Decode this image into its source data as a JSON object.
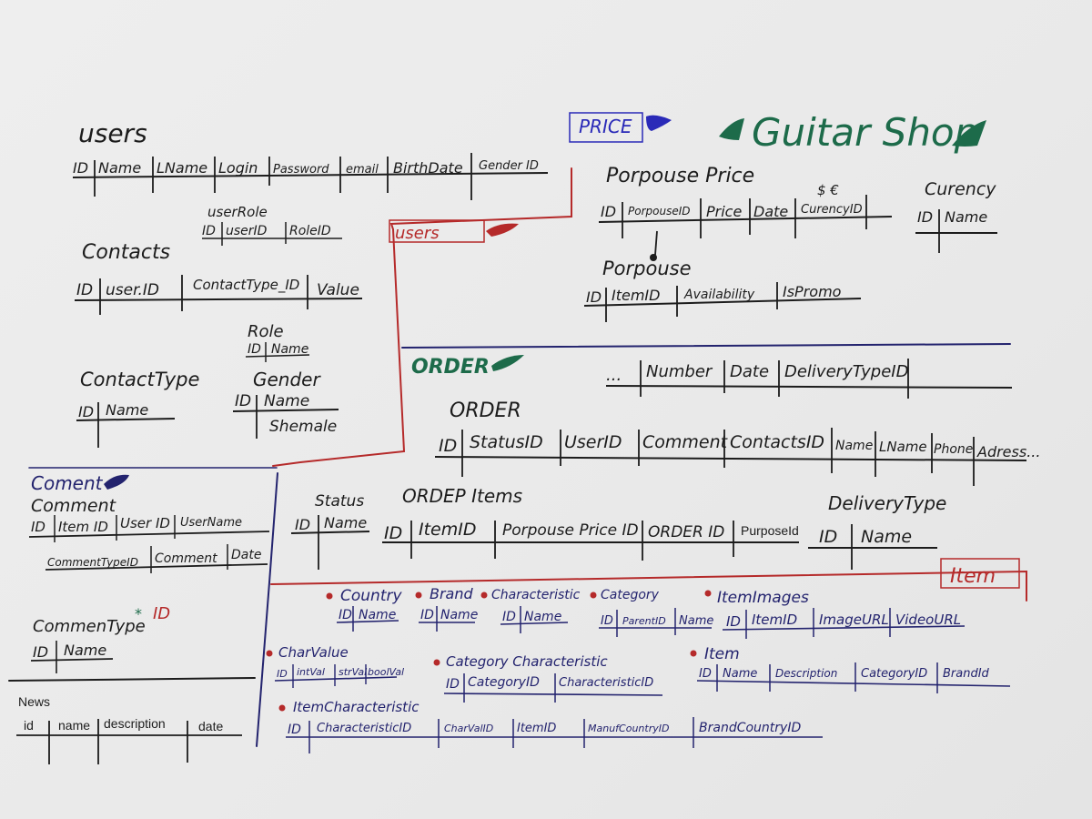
{
  "colors": {
    "black": "#1c1c1c",
    "navy": "#23236e",
    "red": "#b52a2a",
    "green": "#1d6b4a",
    "blue": "#2a2ab8",
    "gray": "#444444"
  },
  "sections": {
    "price": "PRICE",
    "guitar_shop": "Guitar Shop",
    "users": "users",
    "order": "ORDER",
    "coment": "Coment",
    "item": "Item"
  },
  "tables": {
    "users": {
      "title": "users",
      "fields": [
        "ID",
        "Name",
        "LName",
        "Login",
        "Password",
        "email",
        "BirthDate",
        "Gender ID"
      ]
    },
    "user_role": {
      "title": "userRole",
      "fields": [
        "ID",
        "userID",
        "RoleID"
      ]
    },
    "contacts": {
      "title": "Contacts",
      "fields": [
        "ID",
        "user.ID",
        "ContactType_ID",
        "Value"
      ]
    },
    "role": {
      "title": "Role",
      "fields": [
        "ID",
        "Name"
      ]
    },
    "contact_type": {
      "title": "ContactType",
      "fields": [
        "ID",
        "Name"
      ]
    },
    "gender": {
      "title": "Gender",
      "fields": [
        "ID",
        "Name"
      ],
      "value": "Shemale"
    },
    "porpouse_price": {
      "title": "Porpouse Price",
      "fields": [
        "ID",
        "PorpouseID",
        "Price",
        "Date",
        "CurencyID"
      ],
      "note": "$ €"
    },
    "curency": {
      "title": "Curency",
      "fields": [
        "ID",
        "Name"
      ]
    },
    "porpouse": {
      "title": "Porpouse",
      "fields": [
        "ID",
        "ItemID",
        "Availability",
        "IsPromo"
      ]
    },
    "order_top": {
      "fields": [
        "...",
        "Number",
        "Date",
        "DeliveryTypeID"
      ]
    },
    "order": {
      "title": "ORDER",
      "fields": [
        "ID",
        "StatusID",
        "UserID",
        "Comment",
        "ContactsID",
        "Name",
        "LName",
        "Phone",
        "Adress..."
      ]
    },
    "status": {
      "title": "Status",
      "fields": [
        "ID",
        "Name"
      ]
    },
    "order_items": {
      "title": "ORDEP Items",
      "fields": [
        "ID",
        "ItemID",
        "Porpouse Price ID",
        "ORDER ID"
      ],
      "extra": "PurposeId"
    },
    "delivery_type": {
      "title": "DeliveryType",
      "fields": [
        "ID",
        "Name"
      ]
    },
    "comment": {
      "title": "Comment",
      "fields": [
        "ID",
        "Item ID",
        "User ID",
        "UserName"
      ],
      "fields2": [
        "CommentTypeID",
        "Comment",
        "Date"
      ]
    },
    "comment_type": {
      "title": "CommenType",
      "note": "ID",
      "fields": [
        "ID",
        "Name"
      ]
    },
    "news": {
      "title": "News",
      "fields": [
        "id",
        "name",
        "description",
        "date"
      ]
    },
    "country": {
      "title": "Country",
      "fields": [
        "ID",
        "Name"
      ]
    },
    "brand": {
      "title": "Brand",
      "fields": [
        "ID",
        "Name"
      ]
    },
    "characteristic": {
      "title": "Characteristic",
      "fields": [
        "ID",
        "Name"
      ]
    },
    "category": {
      "title": "Category",
      "fields": [
        "ID",
        "ParentID",
        "Name"
      ]
    },
    "item_images": {
      "title": "ItemImages",
      "fields": [
        "ID",
        "ItemID",
        "ImageURL",
        "VideoURL"
      ]
    },
    "char_value": {
      "title": "CharValue",
      "fields": [
        "ID",
        "intVal",
        "strVal",
        "boolVal"
      ]
    },
    "category_characteristic": {
      "title": "Category Characteristic",
      "fields": [
        "ID",
        "CategoryID",
        "CharacteristicID"
      ]
    },
    "item": {
      "title": "Item",
      "fields": [
        "ID",
        "Name",
        "Description",
        "CategoryID",
        "BrandId"
      ]
    },
    "item_characteristic": {
      "title": "ItemCharacteristic",
      "fields": [
        "ID",
        "CharacteristicID",
        "CharValID",
        "ItemID",
        "ManufCountryID",
        "BrandCountryID"
      ]
    }
  }
}
